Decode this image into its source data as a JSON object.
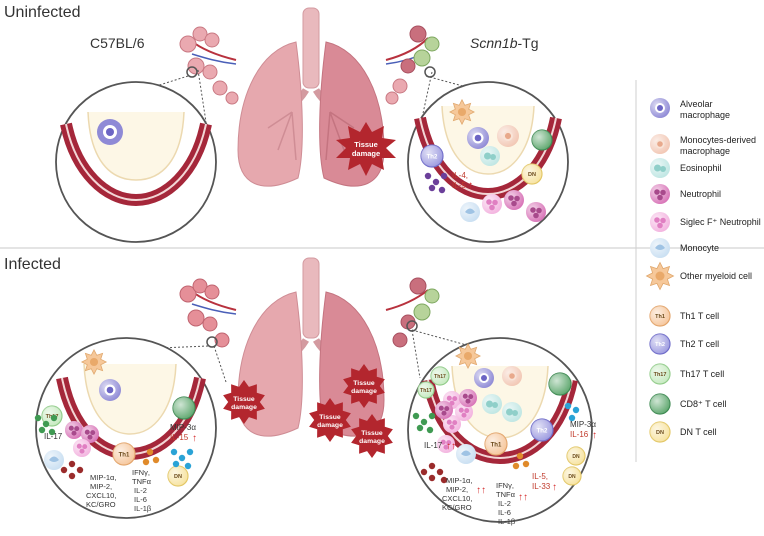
{
  "sections": {
    "uninfected": "Uninfected",
    "infected": "Infected"
  },
  "strains": {
    "wt": "C57BL/6",
    "tg_italic": "Scnn1b",
    "tg_suffix": "-Tg"
  },
  "tissue_damage": [
    "Tissue",
    "damage"
  ],
  "legend": {
    "myeloid": [
      {
        "label": [
          "Alveolar",
          "macrophage"
        ],
        "icon": "alveolar-macrophage-icon",
        "color": "#8f8ad6"
      },
      {
        "label": [
          "Monocytes-derived",
          "macrophage"
        ],
        "icon": "monocyte-derived-macrophage-icon",
        "color": "#f2c7b4"
      },
      {
        "label": [
          "Eosinophil"
        ],
        "icon": "eosinophil-icon",
        "color": "#bfe6e3"
      },
      {
        "label": [
          "Neutrophil"
        ],
        "icon": "neutrophil-icon",
        "color": "#d873b7"
      },
      {
        "label": [
          "Siglec F⁺ Neutrophil"
        ],
        "icon": "siglec-f-neutrophil-icon",
        "color": "#f3b3df"
      },
      {
        "label": [
          "Monocyte"
        ],
        "icon": "monocyte-icon",
        "color": "#c9dff2"
      },
      {
        "label": [
          "Other myeloid cell"
        ],
        "icon": "other-myeloid-cell-icon",
        "color": "#f6c89a"
      }
    ],
    "tcells": [
      {
        "label": "Th1 T cell",
        "tag": "Th1",
        "color": "#f6c79d"
      },
      {
        "label": "Th2 T cell",
        "tag": "Th2",
        "color": "#9d9be0"
      },
      {
        "label": "Th17 T cell",
        "tag": "Th17",
        "color": "#c6eac0"
      },
      {
        "label": "CD8⁺ T cell",
        "tag": "",
        "color": "#5fa86f"
      },
      {
        "label": "DN T cell",
        "tag": "DN",
        "color": "#f7e3a0"
      }
    ]
  },
  "cell_tags": {
    "th1": "Th1",
    "th2": "Th2",
    "th17": "Th17",
    "dn": "DN"
  },
  "cytokines": {
    "tg_uninfected": [
      "IL-4,",
      "IL-5"
    ],
    "il17": "IL-17",
    "chemokines": [
      "MIP-1α,",
      "MIP-2,",
      "CXCL10,",
      "KC/GRO"
    ],
    "th1_cytokines": [
      "IFNγ,",
      "TNFα",
      "IL-2",
      "IL-6",
      "IL-1β"
    ],
    "mip3a": "MIP-3α",
    "il15": "IL-15",
    "il16": "IL-16",
    "il5_il33": [
      "IL-5,",
      "IL-33"
    ]
  },
  "colors": {
    "up_arrow": "#d42b2b",
    "lung_left": "#e6a8ae",
    "lung_right": "#d98a96",
    "trachea": "#e9b9bd",
    "vessel": "#b8323e",
    "damage": "#b3262e"
  }
}
